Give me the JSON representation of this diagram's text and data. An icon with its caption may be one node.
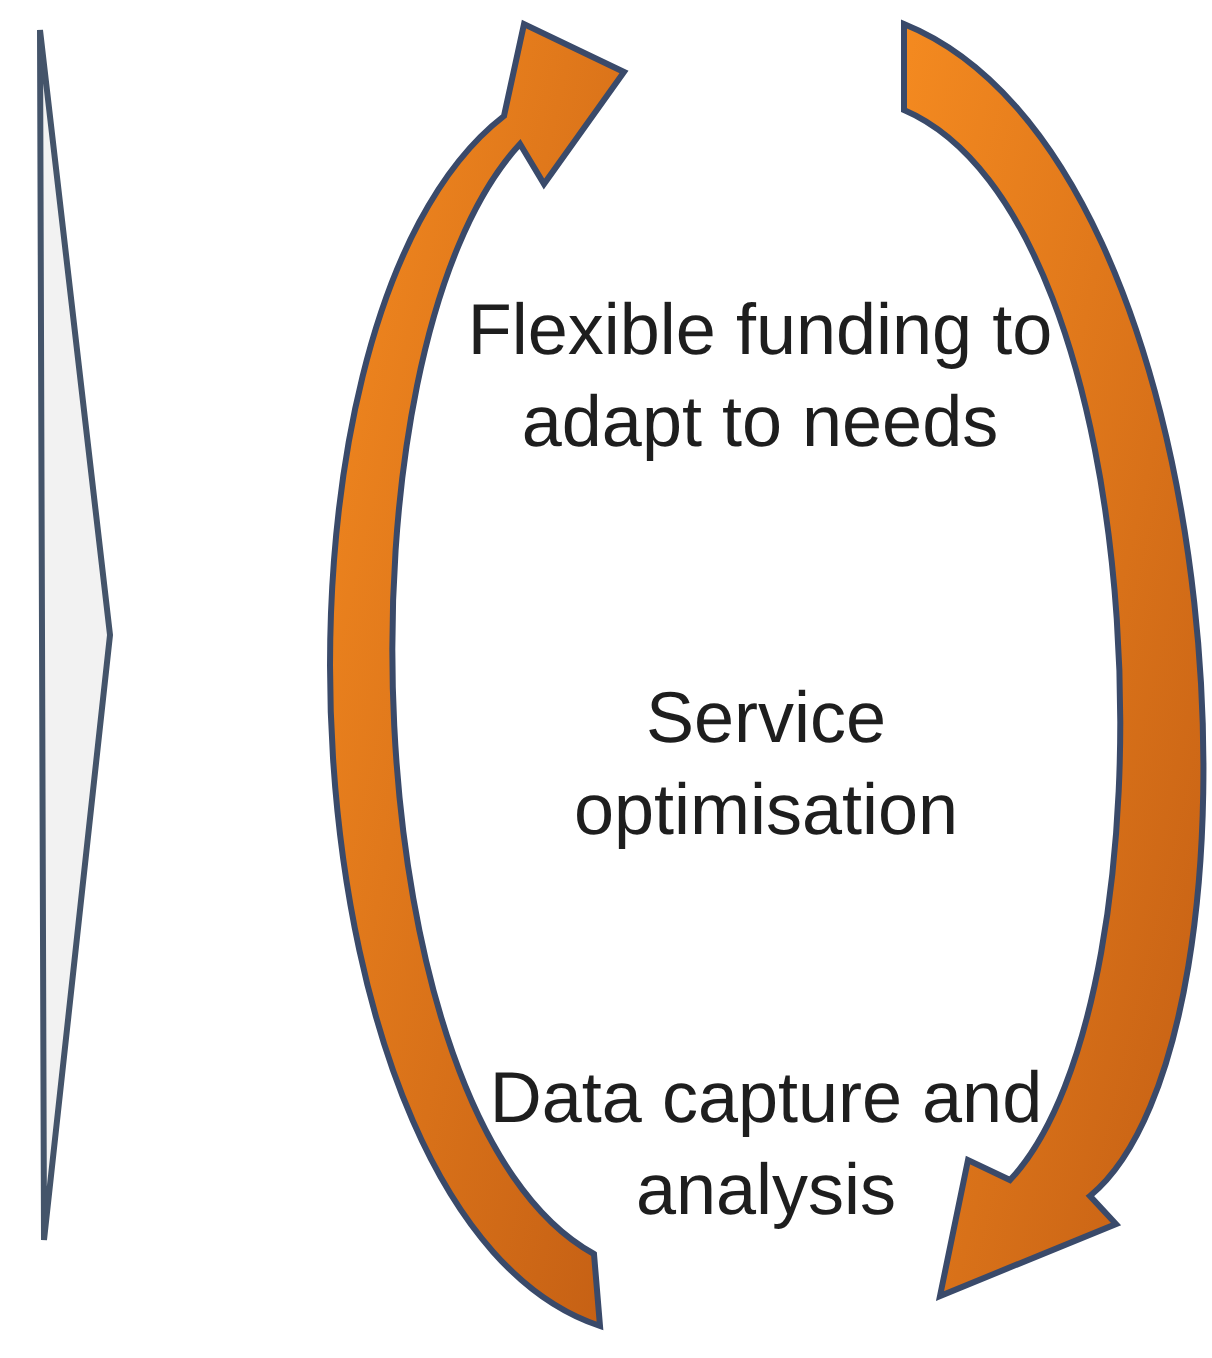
{
  "diagram": {
    "nodes": [
      {
        "text": [],
        "shape": "triangle"
      }
    ],
    "labels": [
      "Flexible funding to adapt to needs",
      "Service optimisation",
      "Data capture and analysis"
    ]
  }
}
